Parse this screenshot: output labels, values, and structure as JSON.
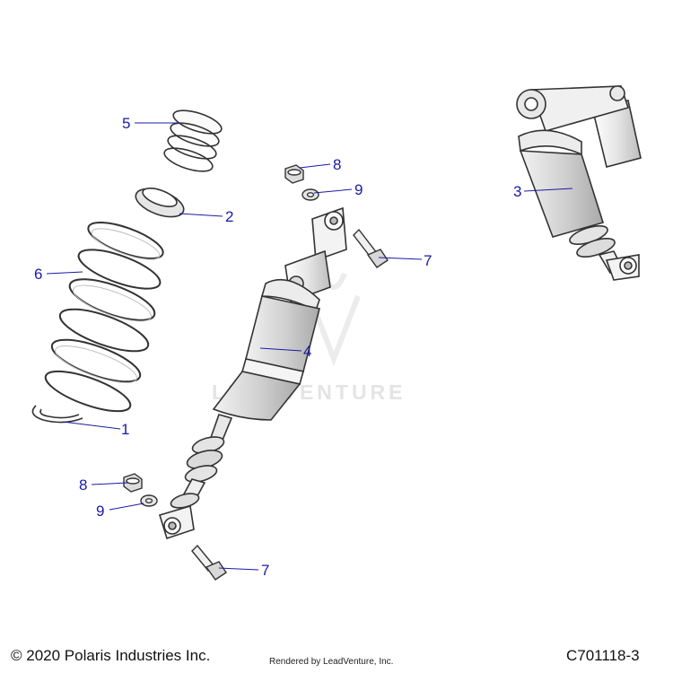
{
  "callouts": [
    {
      "number": "5",
      "part": "spring-upper"
    },
    {
      "number": "2",
      "part": "spring-seat"
    },
    {
      "number": "6",
      "part": "spring-main"
    },
    {
      "number": "1",
      "part": "spring-retainer"
    },
    {
      "number": "8",
      "part": "nut-upper"
    },
    {
      "number": "9",
      "part": "washer-upper"
    },
    {
      "number": "7",
      "part": "bolt-upper"
    },
    {
      "number": "4",
      "part": "shock-absorber"
    },
    {
      "number": "3",
      "part": "shock-assembly"
    },
    {
      "number": "8",
      "part": "nut-lower"
    },
    {
      "number": "9",
      "part": "washer-lower"
    },
    {
      "number": "7",
      "part": "bolt-lower"
    }
  ],
  "footer": {
    "copyright": "© 2020 Polaris Industries Inc.",
    "rendered_by": "Rendered by LeadVenture, Inc.",
    "drawing_id": "C701118-3"
  },
  "watermark": "LEADVENTURE",
  "colors": {
    "callout": "#1a1aa6",
    "line_art": "#333333",
    "shading": "#d6d6d6"
  }
}
